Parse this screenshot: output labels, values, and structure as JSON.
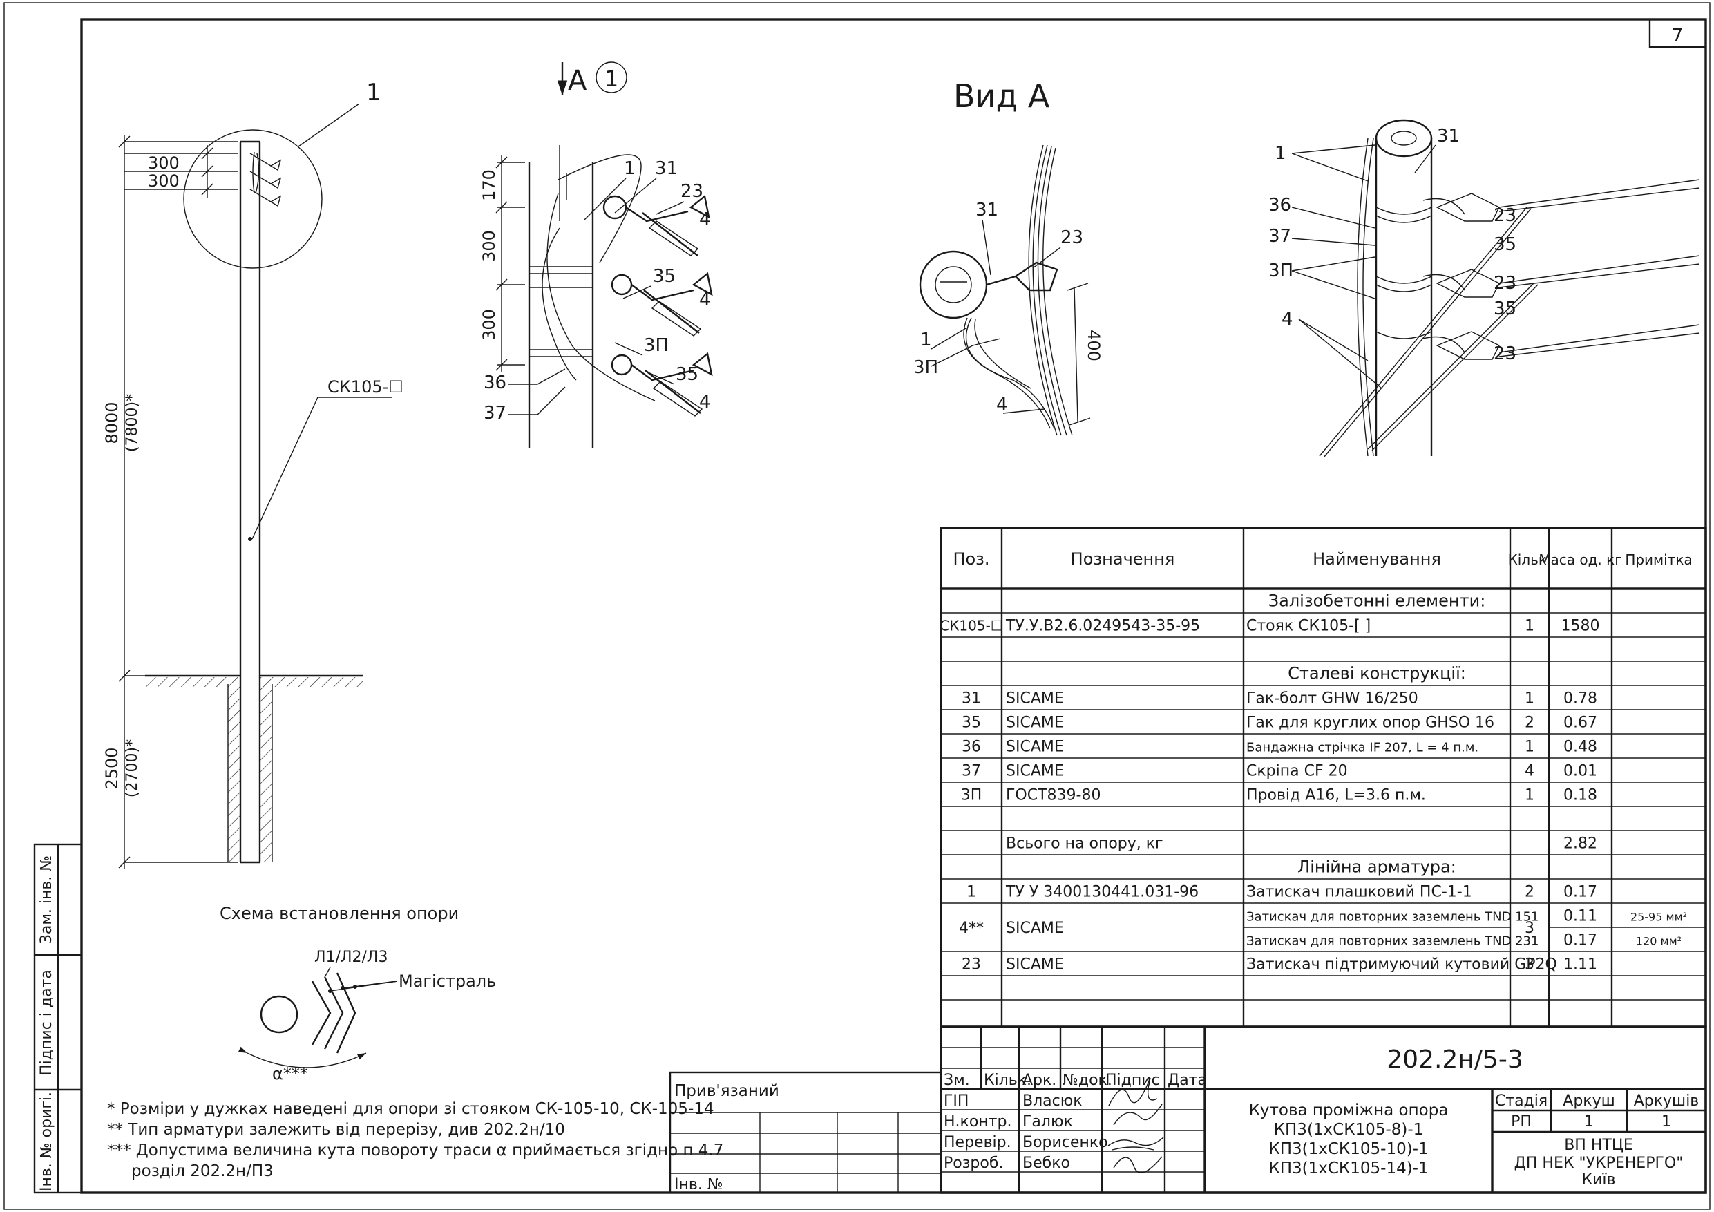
{
  "sheet_number": "7",
  "view_a_title": "Вид А",
  "arrow_label": "А",
  "detail_ref": "1",
  "pole_drawing": {
    "callout": "1",
    "dim_300_a": "300",
    "dim_300_b": "300",
    "dim_height": "8000",
    "dim_height_alt": "(7800)*",
    "dim_depth": "2500",
    "dim_depth_alt": "(2700)*",
    "pole_label": "СК105-☐",
    "caption": "Схема встановлення опори"
  },
  "detail_drawing": {
    "dim_170": "170",
    "dim_300_a": "300",
    "dim_300_b": "300",
    "labels": [
      "1",
      "31",
      "23",
      "4",
      "35",
      "4",
      "3П",
      "35",
      "4",
      "36",
      "37"
    ]
  },
  "view_a_drawing": {
    "labels": [
      "31",
      "23",
      "1",
      "3П",
      "4"
    ],
    "dim": "400"
  },
  "iso_drawing": {
    "labels": [
      "1",
      "31",
      "36",
      "37",
      "3П",
      "4",
      "23",
      "35",
      "23",
      "35",
      "23"
    ]
  },
  "turn_scheme": {
    "lines_label": "Л1/Л2/Л3",
    "main_label": "Магістраль",
    "angle_label": "α***"
  },
  "notes": [
    "* Розміри у дужках наведені для опори зі стояком СК-105-10, СК-105-14",
    "** Тип арматури залежить від перерізу, див 202.2н/10",
    "*** Допустима величина кута повороту траси α приймається згідно п 4.7",
    "розділ 202.2н/П3"
  ],
  "side_stamp": [
    "Зам. інв. №",
    "Підпис і дата",
    "Інв. № оригі."
  ],
  "spec_table": {
    "headers": [
      "Поз.",
      "Позначення",
      "Найменування",
      "Кільк.",
      "Маса од. кг",
      "Примітка"
    ],
    "rows": [
      {
        "pos": "",
        "code": "",
        "name": "Залізобетонні елементи:",
        "qty": "",
        "mass": "",
        "note": "",
        "section": true
      },
      {
        "pos": "СК105-☐",
        "code": "ТУ.У.В2.6.0249543-35-95",
        "name": "Стояк СК105-[        ]",
        "qty": "1",
        "mass": "1580",
        "note": ""
      },
      {
        "pos": "",
        "code": "",
        "name": "",
        "qty": "",
        "mass": "",
        "note": ""
      },
      {
        "pos": "",
        "code": "",
        "name": "Сталеві конструкції:",
        "qty": "",
        "mass": "",
        "note": "",
        "section": true
      },
      {
        "pos": "31",
        "code": "SICAME",
        "name": "Гак-болт GHW 16/250",
        "qty": "1",
        "mass": "0.78",
        "note": ""
      },
      {
        "pos": "35",
        "code": "SICAME",
        "name": "Гак для круглих опор GHSO 16",
        "qty": "2",
        "mass": "0.67",
        "note": ""
      },
      {
        "pos": "36",
        "code": "SICAME",
        "name": "Бандажна стрічка IF 207, L = 4 п.м.",
        "qty": "1",
        "mass": "0.48",
        "note": ""
      },
      {
        "pos": "37",
        "code": "SICAME",
        "name": "Скріпа CF 20",
        "qty": "4",
        "mass": "0.01",
        "note": ""
      },
      {
        "pos": "3П",
        "code": "ГОСТ839-80",
        "name": "Провід А16, L=3.6 п.м.",
        "qty": "1",
        "mass": "0.18",
        "note": ""
      },
      {
        "pos": "",
        "code": "",
        "name": "",
        "qty": "",
        "mass": "",
        "note": ""
      },
      {
        "pos": "",
        "code": "Всього на опору, кг",
        "name": "",
        "qty": "",
        "mass": "2.82",
        "note": ""
      },
      {
        "pos": "",
        "code": "",
        "name": "Лінійна арматура:",
        "qty": "",
        "mass": "",
        "note": "",
        "section": true
      },
      {
        "pos": "1",
        "code": "ТУ У 3400130441.031-96",
        "name": "Затискач плашковий ПС-1-1",
        "qty": "2",
        "mass": "0.17",
        "note": ""
      },
      {
        "pos": "4**",
        "code": "SICAME",
        "name": "Затискач для повторних заземлень TND 151",
        "qty": "3",
        "mass": "0.11",
        "note": "25-95 мм²"
      },
      {
        "pos": "",
        "code": "",
        "name": "Затискач для повторних заземлень TND 231",
        "qty": "",
        "mass": "0.17",
        "note": "120 мм²"
      },
      {
        "pos": "23",
        "code": "SICAME",
        "name": "Затискач підтримуючий кутовий GP2Q",
        "qty": "3",
        "mass": "1.11",
        "note": ""
      },
      {
        "pos": "",
        "code": "",
        "name": "",
        "qty": "",
        "mass": "",
        "note": ""
      },
      {
        "pos": "",
        "code": "",
        "name": "",
        "qty": "",
        "mass": "",
        "note": ""
      }
    ]
  },
  "title_block": {
    "doc_code": "202.2н/5-3",
    "col_headers": [
      "Зм.",
      "Кільк.",
      "Арк.",
      "№док.",
      "Підпис",
      "Дата"
    ],
    "roles": [
      {
        "role": "ГІП",
        "name": "Власюк"
      },
      {
        "role": "Н.контр.",
        "name": "Галюк"
      },
      {
        "role": "Перевір.",
        "name": "Борисенко"
      },
      {
        "role": "Розроб.",
        "name": "Бебко"
      }
    ],
    "title_lines": [
      "Кутова проміжна опора",
      "КП3(1хСК105-8)-1",
      "КП3(1хСК105-10)-1",
      "КП3(1хСК105-14)-1"
    ],
    "stage_header": "Стадія",
    "sheet_header": "Аркуш",
    "sheets_header": "Аркушів",
    "stage": "РП",
    "sheet": "1",
    "sheets": "1",
    "org_lines": [
      "ВП НТЦЕ",
      "ДП НЕК \"УКРЕНЕРГО\"",
      "Київ"
    ],
    "linked_label": "Прив'язаний",
    "inv_label": "Інв. №"
  }
}
